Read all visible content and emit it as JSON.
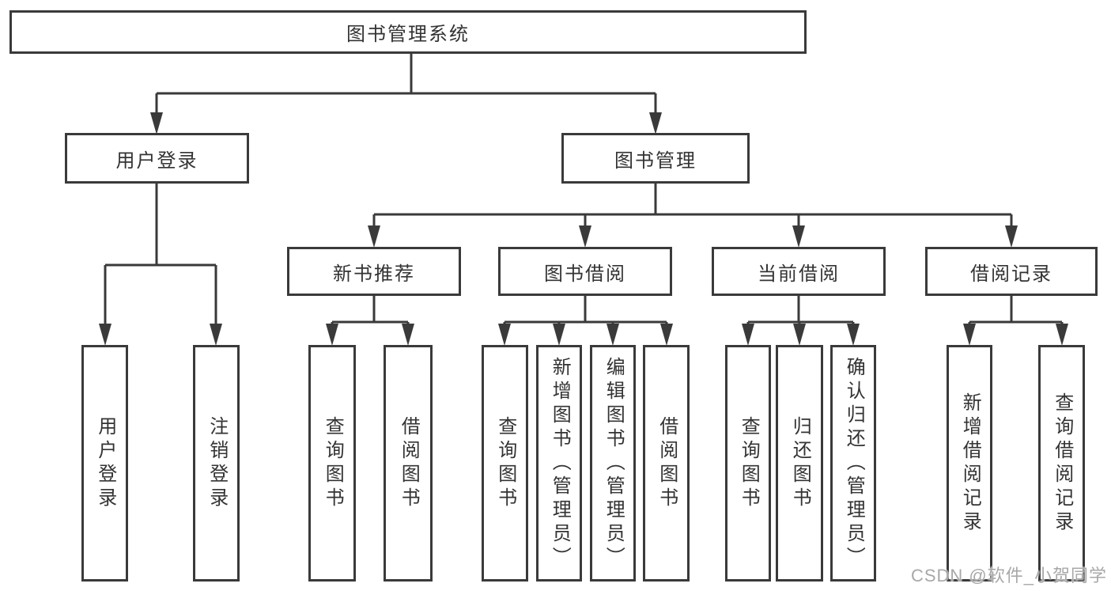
{
  "colors": {
    "line": "#3a3a3a",
    "text": "#333333",
    "box_background": "#ffffff",
    "page_background": "#ffffff",
    "watermark": "#a8a8a8"
  },
  "watermark": {
    "text": "CSDN @软件_小贺同学"
  },
  "tree": {
    "root": {
      "label": "图书管理系统"
    },
    "branches": [
      {
        "label": "用户登录",
        "children": [
          {
            "label": "用户登录"
          },
          {
            "label": "注销登录"
          }
        ]
      },
      {
        "label": "图书管理",
        "children": [
          {
            "label": "新书推荐",
            "children": [
              {
                "label": "查询图书"
              },
              {
                "label": "借阅图书"
              }
            ]
          },
          {
            "label": "图书借阅",
            "children": [
              {
                "label": "查询图书"
              },
              {
                "label": "新增图书（管理员）"
              },
              {
                "label": "编辑图书（管理员）"
              },
              {
                "label": "借阅图书"
              }
            ]
          },
          {
            "label": "当前借阅",
            "children": [
              {
                "label": "查询图书"
              },
              {
                "label": "归还图书"
              },
              {
                "label": "确认归还（管理员）"
              }
            ]
          },
          {
            "label": "借阅记录",
            "children": [
              {
                "label": "新增借阅记录"
              },
              {
                "label": "查询借阅记录"
              }
            ]
          }
        ]
      }
    ]
  }
}
